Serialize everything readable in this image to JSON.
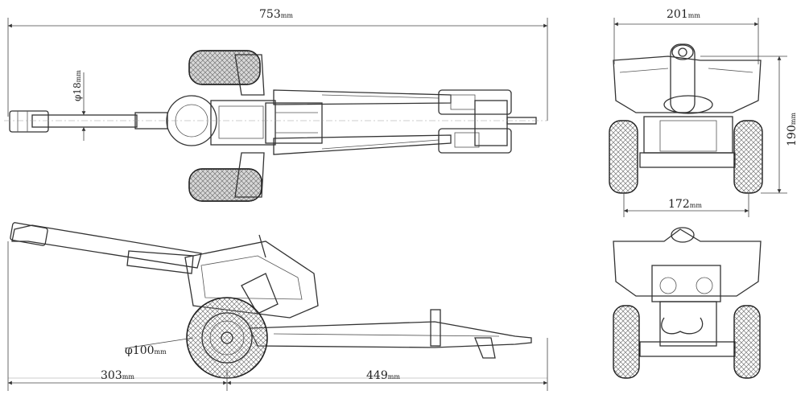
{
  "dimensions": {
    "overall_length": {
      "value": "753",
      "unit": "mm"
    },
    "barrel_diameter": {
      "value": "φ18",
      "unit": "mm"
    },
    "overall_width": {
      "value": "201",
      "unit": "mm"
    },
    "height": {
      "value": "190",
      "unit": "mm"
    },
    "track_width": {
      "value": "172",
      "unit": "mm"
    },
    "wheel_diameter": {
      "value": "φ100",
      "unit": "mm"
    },
    "front_length": {
      "value": "303",
      "unit": "mm"
    },
    "rear_length": {
      "value": "449",
      "unit": "mm"
    }
  },
  "views": {
    "top": "top-view",
    "side": "side-view",
    "front": "front-view",
    "rear": "rear-view"
  },
  "colors": {
    "line": "#333333",
    "tire": "#d8d8d8",
    "background": "#ffffff"
  }
}
